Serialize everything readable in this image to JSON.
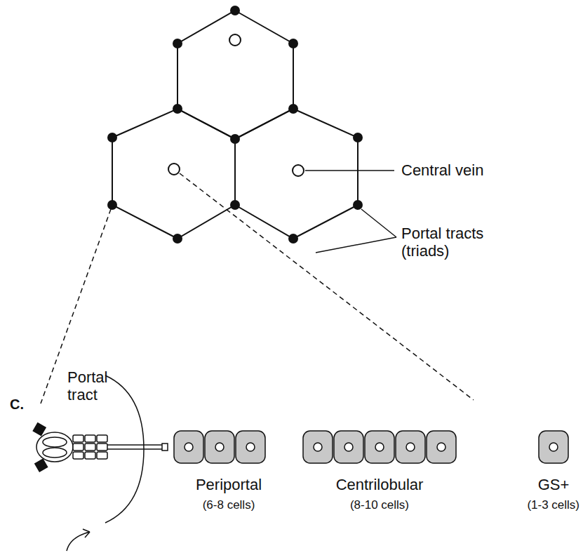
{
  "diagram": {
    "labels": [
      "Central vein",
      "Portal tracts (triads)",
      "C.",
      "Portal tract",
      "Periportal",
      "(6-8 cells)",
      "Centrilobular",
      "(8-10 cells)",
      "GS+",
      "(1-3 cells)"
    ]
  }
}
